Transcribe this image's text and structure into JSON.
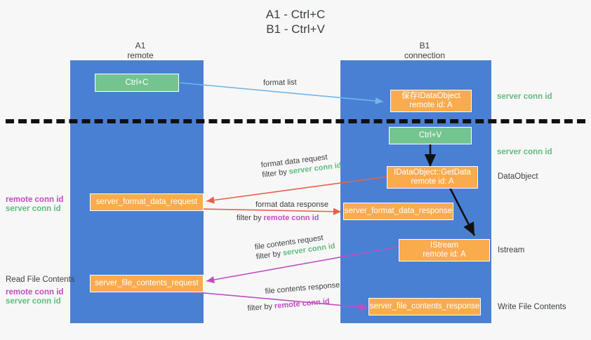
{
  "title": {
    "line1": "A1 - Ctrl+C",
    "line2": "B1 - Ctrl+V"
  },
  "lanes": [
    {
      "name": "A1",
      "sub": "remote"
    },
    {
      "name": "B1",
      "sub": "connection"
    }
  ],
  "colors": {
    "lane": "#4a80d4",
    "green_box": "#74c490",
    "orange_box": "#f9ab4e",
    "server_conn": "#5fbd7e",
    "remote_conn": "#c04ec0",
    "arrow_blue": "#6fb7e8",
    "arrow_red": "#e8604c",
    "arrow_magenta": "#c04ec0",
    "arrow_black": "#111111",
    "divider": "#111111",
    "text": "#3c4043"
  },
  "boxes": {
    "ctrl_c": "Ctrl+C",
    "ctrl_v": "Ctrl+V",
    "save_idataobject_l1": "保存IDataObject",
    "save_idataobject_l2": "remote id: A",
    "getdata_l1": "IDataObject::GetData",
    "getdata_l2": "remote id: A",
    "istream_l1": "IStream",
    "istream_l2": "remote id: A",
    "server_format_data_request": "server_format_data_request",
    "server_format_data_response": "server_format_data_response",
    "server_file_contents_request": "server_file_contents_request",
    "server_file_contents_response": "server_file_contents_response"
  },
  "annotations": {
    "format_list": "format list",
    "format_data_request": "format data request",
    "format_data_request_filter_prefix": "filter by ",
    "format_data_request_filter_value": "server conn id",
    "format_data_response": "format data response",
    "format_data_response_filter_prefix": "filter by ",
    "format_data_response_filter_value": "remote conn id",
    "file_contents_request": "file contents request",
    "file_contents_request_filter_prefix": "filter by ",
    "file_contents_request_filter_value": "server conn id",
    "file_contents_response": "file contents response",
    "file_contents_response_filter_prefix": "filter by ",
    "file_contents_response_filter_value": "remote conn id"
  },
  "right_labels": {
    "server_conn_top": "server conn id",
    "server_conn_mid": "server conn id",
    "dataobject": "DataObject",
    "istream": "Istream",
    "write_file_contents": "Write File Contents"
  },
  "left_labels": {
    "remote_conn_upper": "remote conn id",
    "server_conn_upper": "server conn id",
    "read_file_contents": "Read File Contents",
    "remote_conn_lower": "remote conn id",
    "server_conn_lower": "server conn id"
  }
}
